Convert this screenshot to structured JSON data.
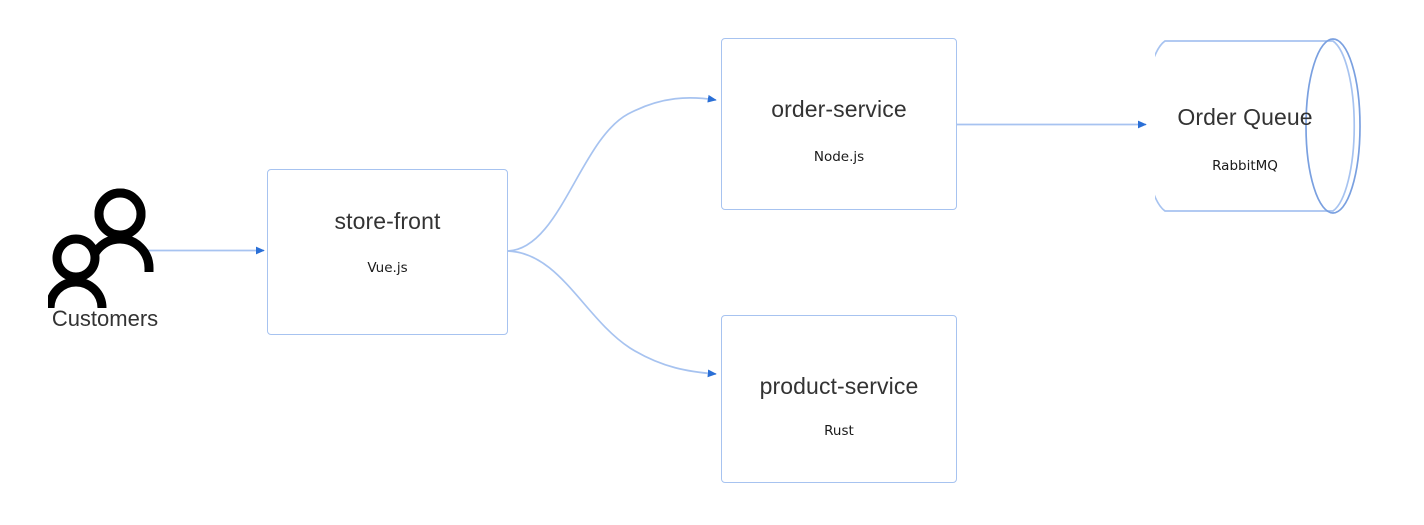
{
  "diagram": {
    "type": "architecture-flow",
    "background_color": "#ffffff",
    "edge_color": "#a7c3f0",
    "arrowhead_color": "#2a6fd6",
    "node_border_color": "#a7c3f0",
    "node_fill_color": "#ffffff",
    "text_color": "#333333"
  },
  "actor": {
    "label": "Customers",
    "icon": "two-people-icon"
  },
  "nodes": {
    "store_front": {
      "title": "store-front",
      "subtitle": "Vue.js",
      "shape": "rounded-rectangle"
    },
    "order_service": {
      "title": "order-service",
      "subtitle": "Node.js",
      "shape": "rounded-rectangle"
    },
    "product_service": {
      "title": "product-service",
      "subtitle": "Rust",
      "shape": "rounded-rectangle"
    },
    "order_queue": {
      "title": "Order Queue",
      "subtitle": "RabbitMQ",
      "shape": "cylinder"
    }
  },
  "edges": [
    {
      "name": "customers-to-store-front",
      "from": "Customers",
      "to": "store-front",
      "style": "straight-arrow"
    },
    {
      "name": "store-front-to-order-service",
      "from": "store-front",
      "to": "order-service",
      "style": "curved-arrow"
    },
    {
      "name": "store-front-to-product-service",
      "from": "store-front",
      "to": "product-service",
      "style": "curved-arrow"
    },
    {
      "name": "order-service-to-order-queue",
      "from": "order-service",
      "to": "Order Queue",
      "style": "straight-arrow"
    }
  ]
}
